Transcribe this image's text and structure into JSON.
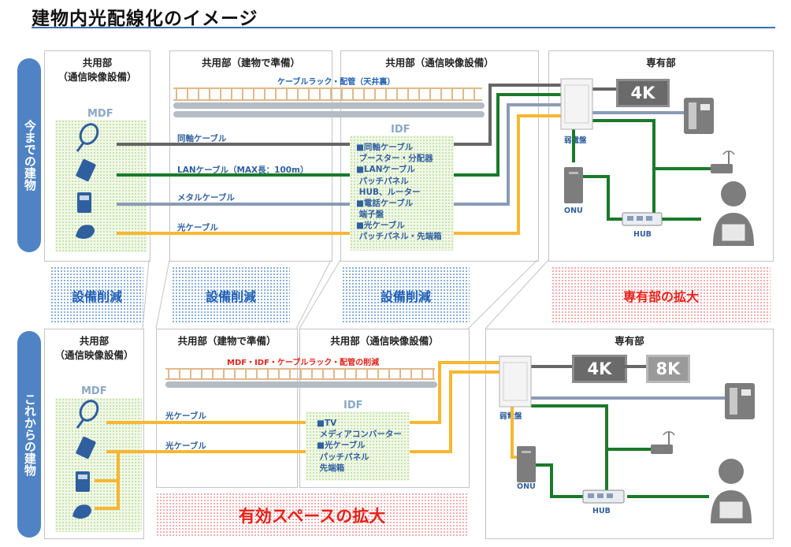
{
  "title": "建物内光配線化のイメージ",
  "side_labels": {
    "top": "今までの建物",
    "bottom": "これからの建物"
  },
  "top": {
    "panels": [
      {
        "title": "共用部\n（通信映像設備）"
      },
      {
        "title": "共用部（建物で準備）"
      },
      {
        "title": "共用部（通信映像設備）"
      },
      {
        "title": "専有部"
      }
    ],
    "mdf_label": "MDF",
    "idf_label": "IDF",
    "rack_label": "ケーブルラック・配管（天井裏）",
    "cables": [
      "同軸ケーブル",
      "LANケーブル（MAX長：100m）",
      "メタルケーブル",
      "光ケーブル"
    ],
    "idf_items": "■同軸ケーブル\n ブースター・分配器\n■LANケーブル\n パッチパネル\n HUB、ルーター\n■電話ケーブル\n 端子盤\n■光ケーブル\n パッチパネル・先端箱",
    "panel_box_label": "弱電盤",
    "onu_label": "ONU",
    "hub_label": "HUB",
    "tv_labels": [
      "4K"
    ]
  },
  "middle": {
    "reduction_labels": [
      "設備削減",
      "設備削減",
      "設備削減"
    ],
    "expansion_label": "専有部の拡大"
  },
  "bottom": {
    "panels": [
      {
        "title": "共用部\n（通信映像設備）"
      },
      {
        "title": "共用部（建物で準備）"
      },
      {
        "title": "共用部（通信映像設備）"
      },
      {
        "title": "専有部"
      }
    ],
    "mdf_label": "MDF",
    "idf_label": "IDF",
    "rack_label": "MDF・IDF・ケーブルラック・配管の削減",
    "cables": [
      "光ケーブル",
      "光ケーブル"
    ],
    "idf_items": "■TV\n メディアコンバーター\n■光ケーブル\n パッチパネル\n 先端箱",
    "panel_box_label": "弱電盤",
    "onu_label": "ONU",
    "hub_label": "HUB",
    "tv_labels": [
      "4K",
      "8K"
    ],
    "space_label": "有効スペースの拡大"
  },
  "colors": {
    "accent": "#4f83c4",
    "coax": "#666666",
    "lan": "#1a7a2a",
    "metal": "#8a9bb5",
    "fiber": "#f7b731",
    "red": "#e5231b",
    "blue_text": "#1f5fb4"
  }
}
